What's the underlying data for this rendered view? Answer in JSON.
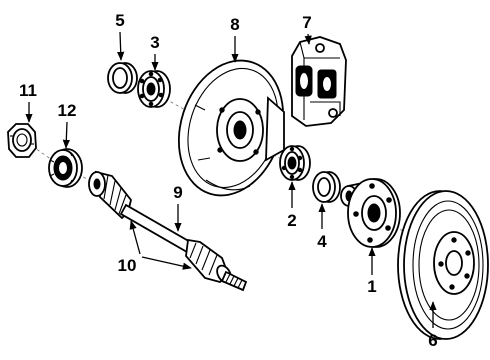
{
  "diagram": {
    "callouts": [
      "1",
      "2",
      "3",
      "4",
      "5",
      "6",
      "7",
      "8",
      "9",
      "10",
      "11",
      "12"
    ]
  },
  "colors": {
    "line": "#000000",
    "background": "#ffffff"
  }
}
